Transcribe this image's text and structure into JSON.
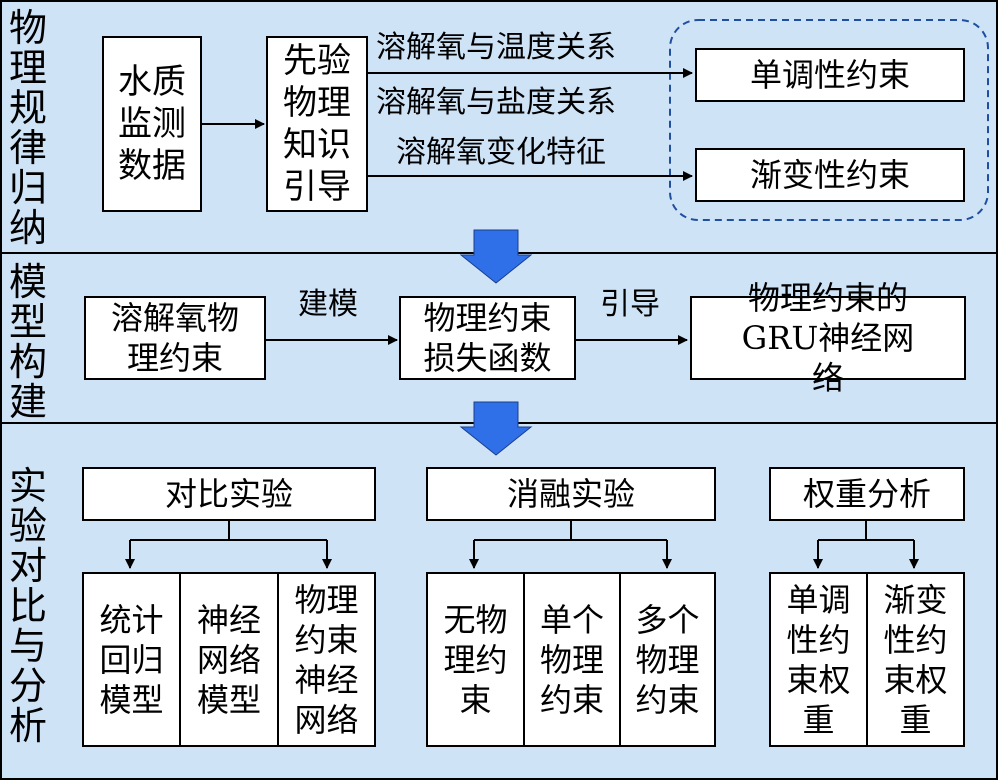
{
  "sections": {
    "physics": "物理规律归纳",
    "modeling": "模型构建",
    "experiments": "实验对比与分析"
  },
  "physics": {
    "water_data": "水质监测数据",
    "prior_guide": "先验物理知识引导",
    "rel_temp": "溶解氧与温度关系",
    "rel_salinity": "溶解氧与盐度关系",
    "change_feature": "溶解氧变化特征",
    "monotonic": "单调性约束",
    "gradual": "渐变性约束"
  },
  "modeling": {
    "do_constraint": "溶解氧物理约束",
    "build_label": "建模",
    "loss": "物理约束损失函数",
    "guide_label": "引导",
    "gru": "物理约束的GRU神经网络"
  },
  "experiments": {
    "compare": {
      "title": "对比实验",
      "items": [
        "统计回归模型",
        "神经网络模型",
        "物理约束神经网络"
      ]
    },
    "ablation": {
      "title": "消融实验",
      "items": [
        "无物理约束",
        "单个物理约束",
        "多个物理约束"
      ]
    },
    "weight": {
      "title": "权重分析",
      "items": [
        "单调性约束权重",
        "渐变性约束权重"
      ]
    }
  },
  "colors": {
    "panel_bg": "#cfe3f7",
    "arrow_blue": "#2f6fe8",
    "dashed_border": "#1f4f9e"
  }
}
